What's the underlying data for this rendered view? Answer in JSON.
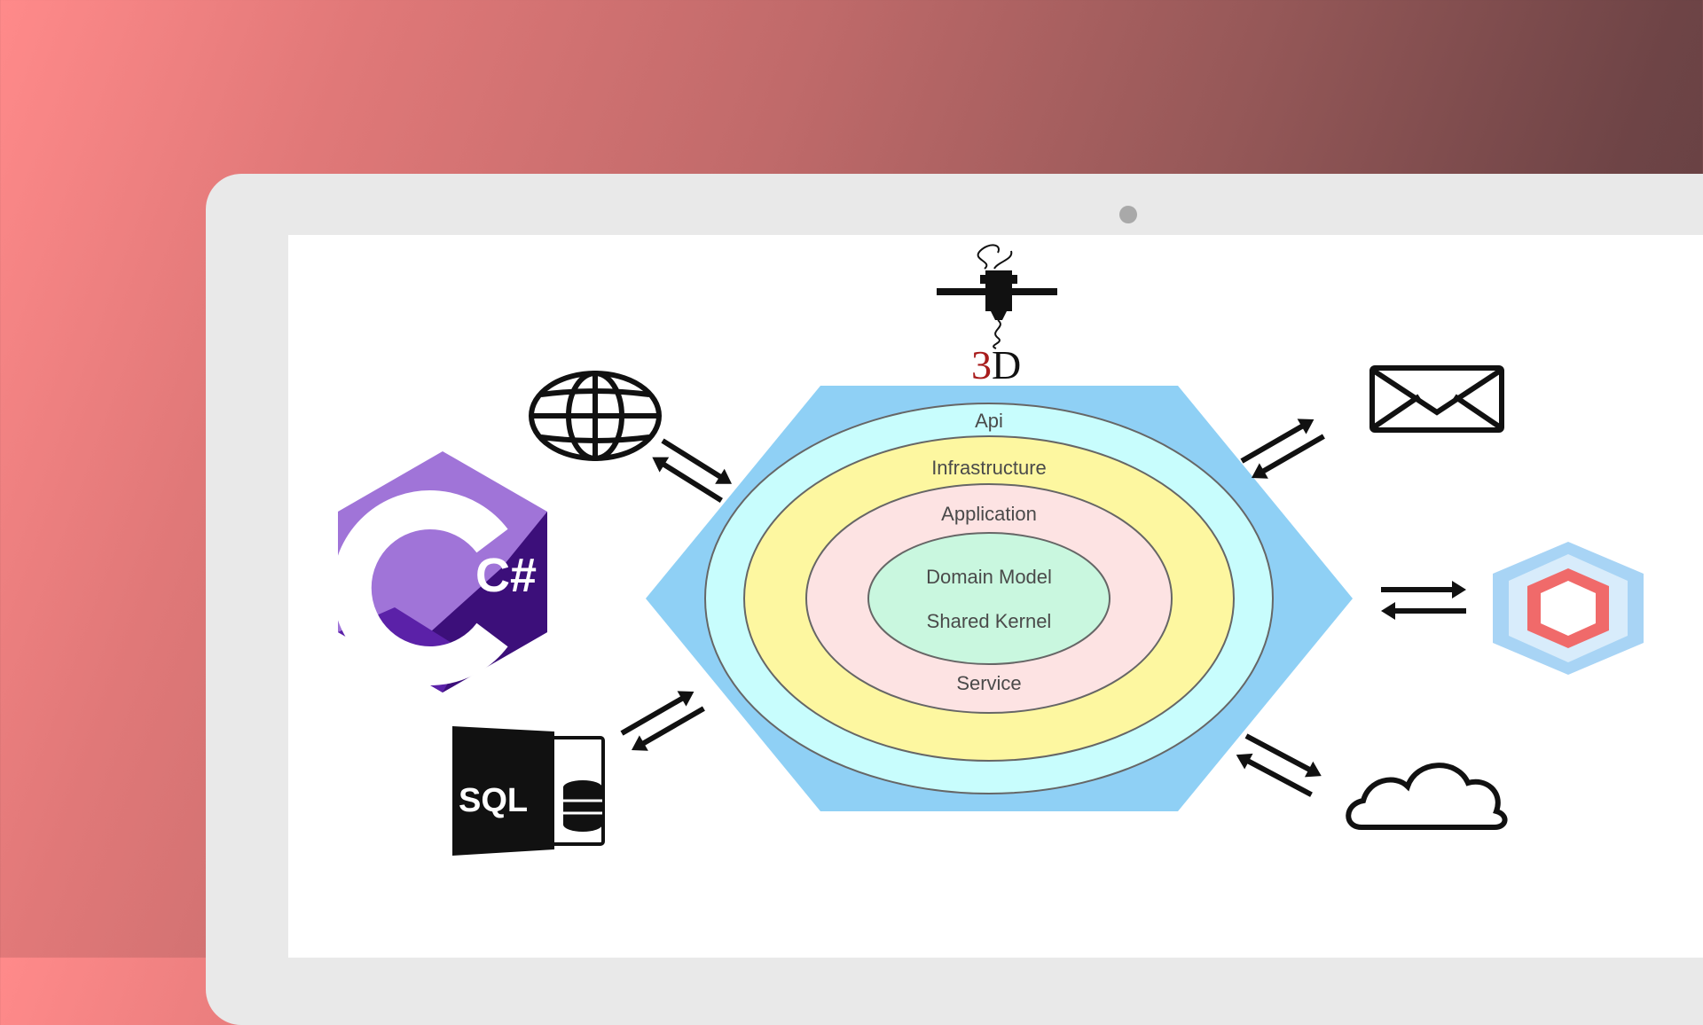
{
  "diagram": {
    "layers": {
      "api": "Api",
      "infrastructure": "Infrastructure",
      "application": "Application",
      "domain_model": "Domain Model",
      "shared_kernel": "Shared Kernel",
      "service": "Service"
    },
    "logos": {
      "csharp_symbol": "C#",
      "sql_label": "SQL",
      "printer_label": "3D"
    },
    "icons": [
      "globe-icon",
      "mail-icon",
      "hexagon-logo-icon",
      "cloud-icon",
      "3d-printer-icon",
      "csharp-logo",
      "sql-database-icon"
    ],
    "colors": {
      "hexagon": "#8fd0f5",
      "api_ring": "#c8fdfd",
      "infrastructure_ring": "#fdf7a0",
      "application_ring": "#fde3e3",
      "domain_core": "#c9f7df",
      "csharp_light": "#a074d8",
      "csharp_dark": "#3c0f7a",
      "hex_logo_outer": "#a8d4f5",
      "hex_logo_inner": "#f06a6a",
      "three_d_red": "#a81c1c"
    }
  }
}
